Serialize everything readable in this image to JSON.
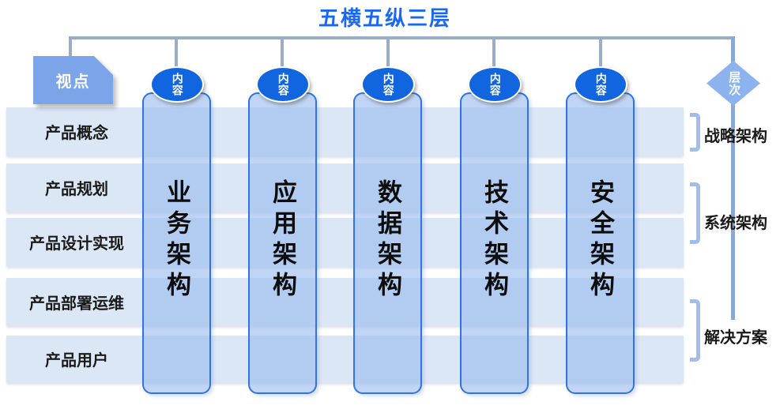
{
  "title": "五横五纵三层",
  "viewpoint_label": "视点",
  "levels_label": "层次",
  "rows": [
    {
      "label": "产品概念"
    },
    {
      "label": "产品规划"
    },
    {
      "label": "产品设计实现"
    },
    {
      "label": "产品部署运维"
    },
    {
      "label": "产品用户"
    }
  ],
  "columns": [
    {
      "badge": "内容",
      "label": "业务架构"
    },
    {
      "badge": "内容",
      "label": "应用架构"
    },
    {
      "badge": "内容",
      "label": "数据架构"
    },
    {
      "badge": "内容",
      "label": "技术架构"
    },
    {
      "badge": "内容",
      "label": "安全架构"
    }
  ],
  "level_groups": [
    {
      "label": "战略架构"
    },
    {
      "label": "系统架构"
    },
    {
      "label": "解决方案"
    }
  ],
  "colors": {
    "title_text": "#1968F2",
    "badge_fill": "#1165DE",
    "column_border": "#2E74E8",
    "column_fill": "#BDD3F4",
    "row_band": "#DCE7F6",
    "viewpoint_fill": "#7CA4E8",
    "diamond_fill": "#8CB3ED",
    "bracket": "#9FBEEC",
    "connector": "#9AACC6",
    "level_line": "#82A9E0"
  }
}
